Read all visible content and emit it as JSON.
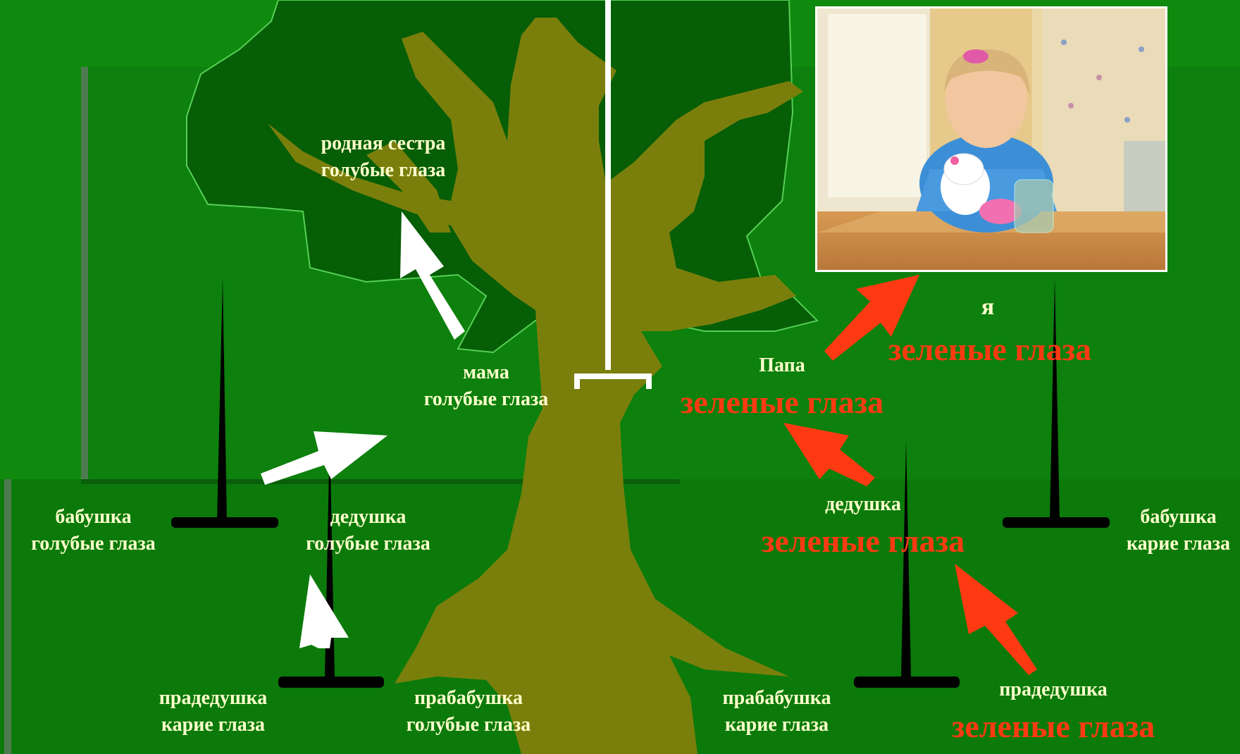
{
  "labels": {
    "sister": {
      "relation": "родная сестра",
      "eyes": "голубые глаза"
    },
    "mom": {
      "relation": "мама",
      "eyes": "голубые глаза"
    },
    "dad": {
      "relation": "Папа",
      "eyes": "зеленые глаза"
    },
    "me": {
      "relation": "я",
      "eyes": "зеленые глаза"
    },
    "grandma_maternal": {
      "relation": "бабушка",
      "eyes": "голубые глаза"
    },
    "grandpa_maternal": {
      "relation": "дедушка",
      "eyes": "голубые глаза"
    },
    "grandpa_paternal": {
      "relation": "дедушка",
      "eyes": "зеленые глаза"
    },
    "grandma_paternal": {
      "relation": "бабушка",
      "eyes": "карие глаза"
    },
    "great_grandpa_maternal": {
      "relation": "прадедушка",
      "eyes": "карие глаза"
    },
    "great_grandma_maternal": {
      "relation": "прабабушка",
      "eyes": "голубые глаза"
    },
    "great_grandma_paternal": {
      "relation": "прабабушка",
      "eyes": "карие глаза"
    },
    "great_grandpa_paternal": {
      "relation": "прадедушка",
      "eyes": "зеленые глаза"
    }
  },
  "colors": {
    "background": "#0f8a0f",
    "panel": "#0c7d0c",
    "canopy": "#065e06",
    "trunk": "#7a7f0c",
    "white_label": "#ffffcc",
    "red_label": "#ff3a12",
    "white_arrow": "#ffffff",
    "red_arrow": "#ff3a12"
  },
  "photo": {
    "subject": "girl-with-toys-at-table"
  }
}
